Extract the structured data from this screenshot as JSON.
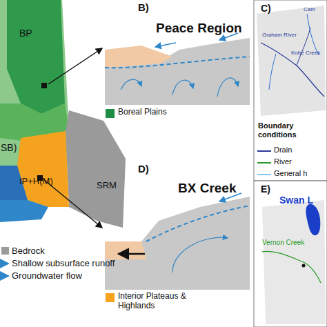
{
  "diagram": {
    "labels": [
      "BP",
      "SB)",
      "IP+H(M)",
      "SRM",
      "Bedrock",
      "Shallow subsurface runoff",
      "Groundwater flow",
      "B)",
      "Peace Region",
      "C)",
      "Cam",
      "Graham River",
      "Kobe Creek",
      "Boundary conditions",
      "D)",
      "BX Creek",
      "E)",
      "Swan L",
      "Vernon Creek"
    ],
    "legend": [
      {
        "text": "Boreal Plains",
        "color": "#1e8b45"
      },
      {
        "text": "Interior Plateaus & Highlands",
        "color": "#f5a31f"
      },
      {
        "text": "Drain"
      },
      {
        "text": "River"
      },
      {
        "text": "General h"
      }
    ]
  }
}
